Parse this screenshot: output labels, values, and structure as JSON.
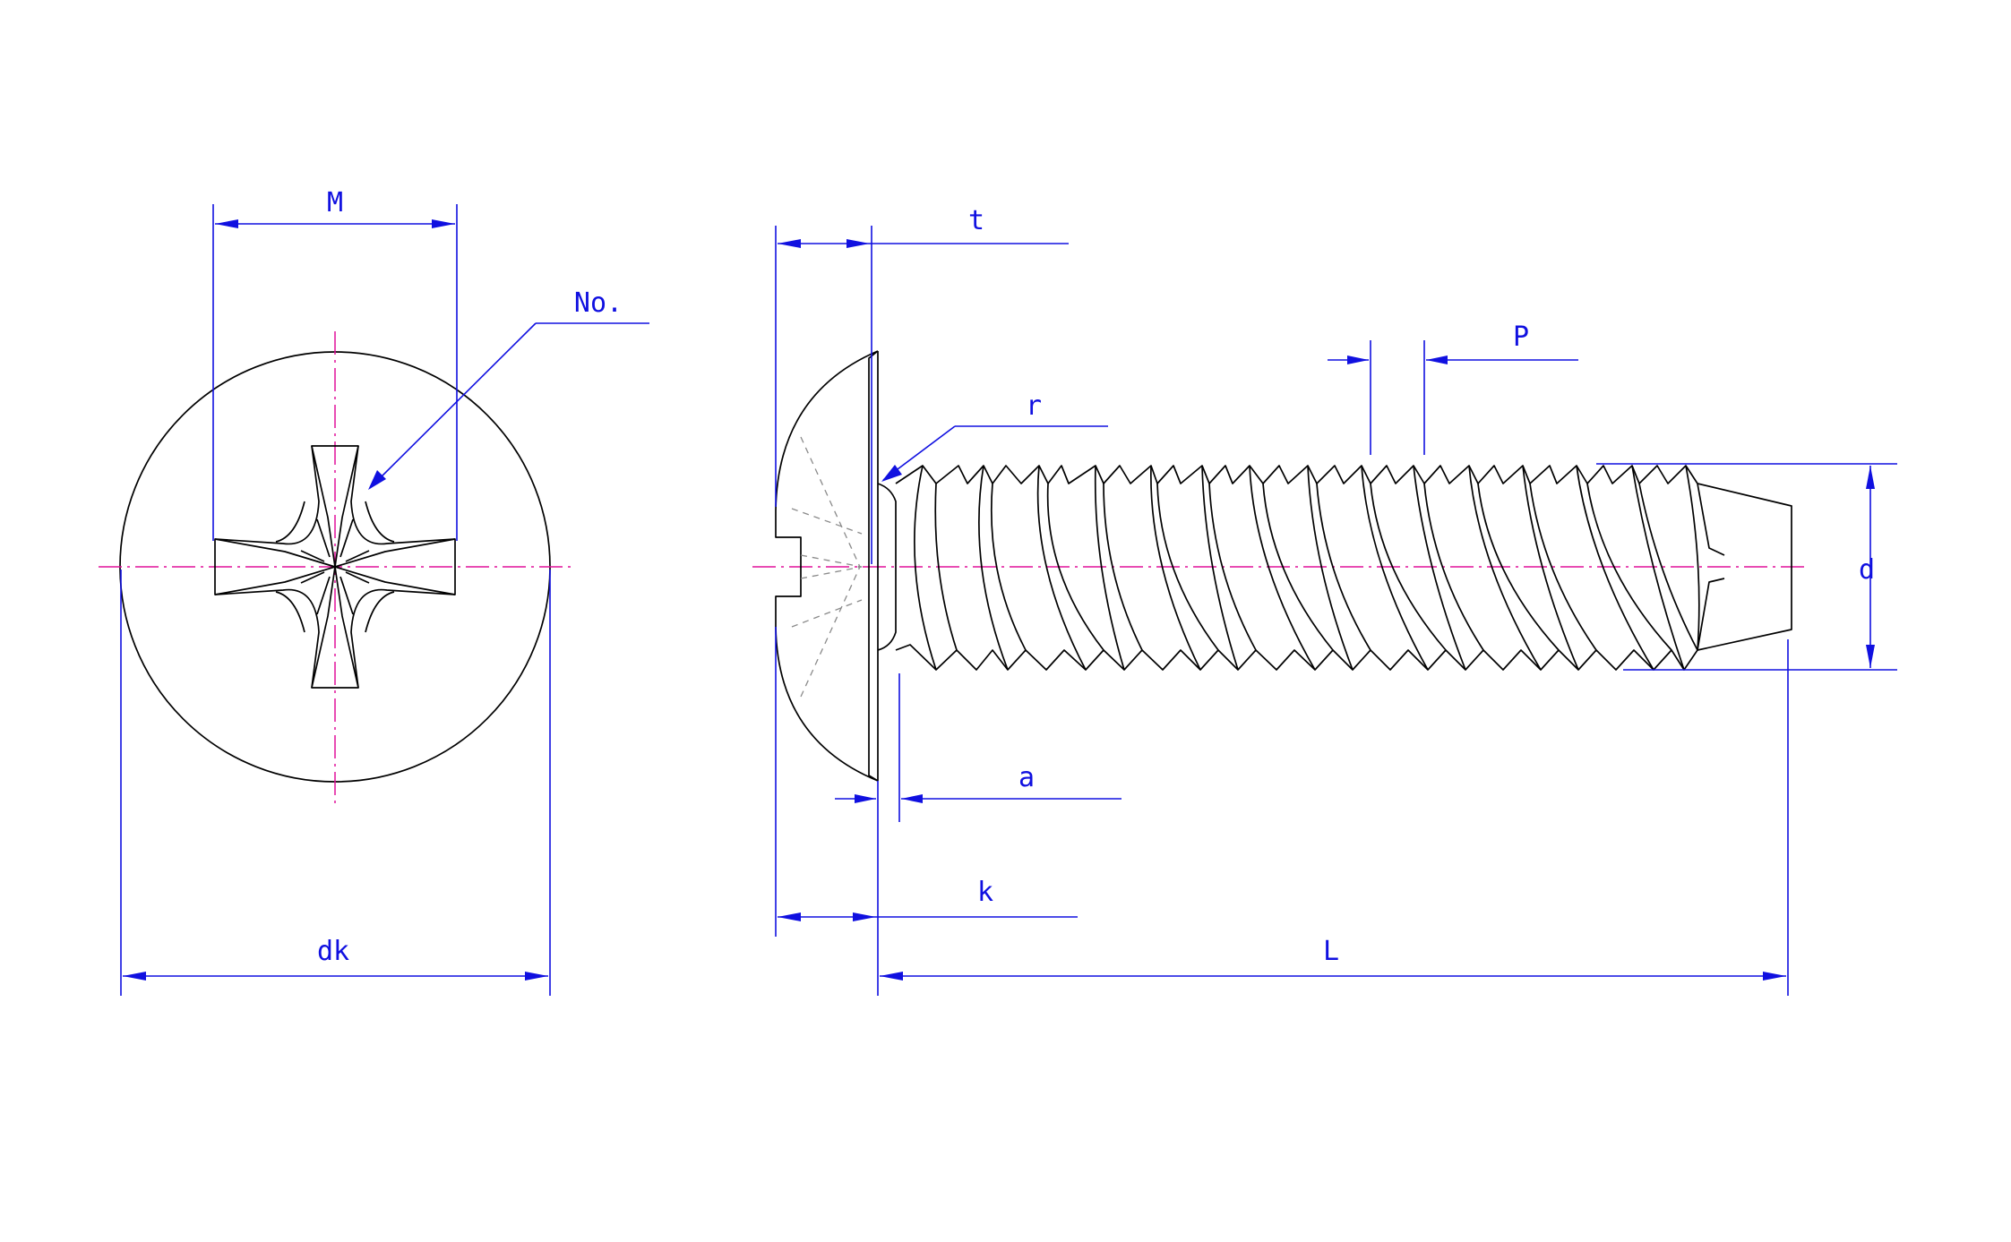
{
  "dimensions": {
    "M": "M",
    "No": "No.",
    "dk": "dk",
    "t": "t",
    "r": "r",
    "P": "P",
    "d": "d",
    "a": "a",
    "k": "k",
    "L": "L"
  },
  "colors": {
    "dimension_lines": "#1010e0",
    "center_lines": "#e0109a",
    "outline": "#000000",
    "hidden_lines": "#8a8a8a"
  }
}
